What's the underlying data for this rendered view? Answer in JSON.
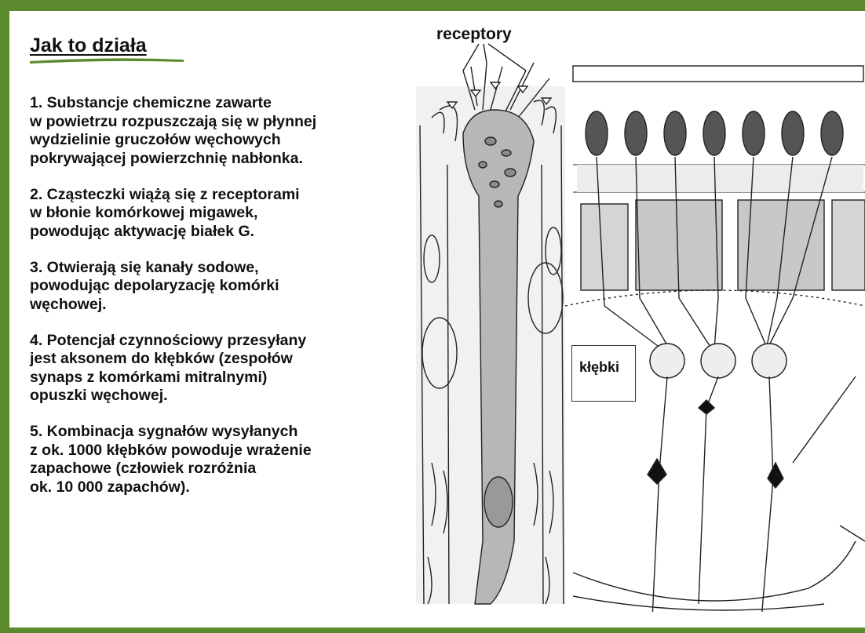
{
  "title": "Jak to działa",
  "steps": [
    "1. Substancje chemiczne zawarte\nw powietrzu rozpuszczają się w płynnej\nwydzielinie gruczołów węchowych\npokrywającej powierzchnię nabłonka.",
    "2. Cząsteczki wiążą się z receptorami\nw błonie komórkowej migawek,\npowodując aktywację białek G.",
    "3. Otwierają się kanały sodowe,\npowodując depolaryzację komórki\nwęchowej.",
    "4. Potencjał czynnościowy przesyłany\njest aksonem do kłębków (zespołów\nsynaps z komórkami mitralnymi)\nopuszki węchowej.",
    "5. Kombinacja sygnałów wysyłanych\nz ok. 1000 kłębków powoduje wrażenie\nzapachowe (człowiek rozróżnia\nok. 10 000 zapachów)."
  ],
  "labels": {
    "receptors": "receptory",
    "glomeruli": "kłębki"
  },
  "colors": {
    "frame": "#5b8a2e",
    "swoosh": "#5b8a2e"
  }
}
